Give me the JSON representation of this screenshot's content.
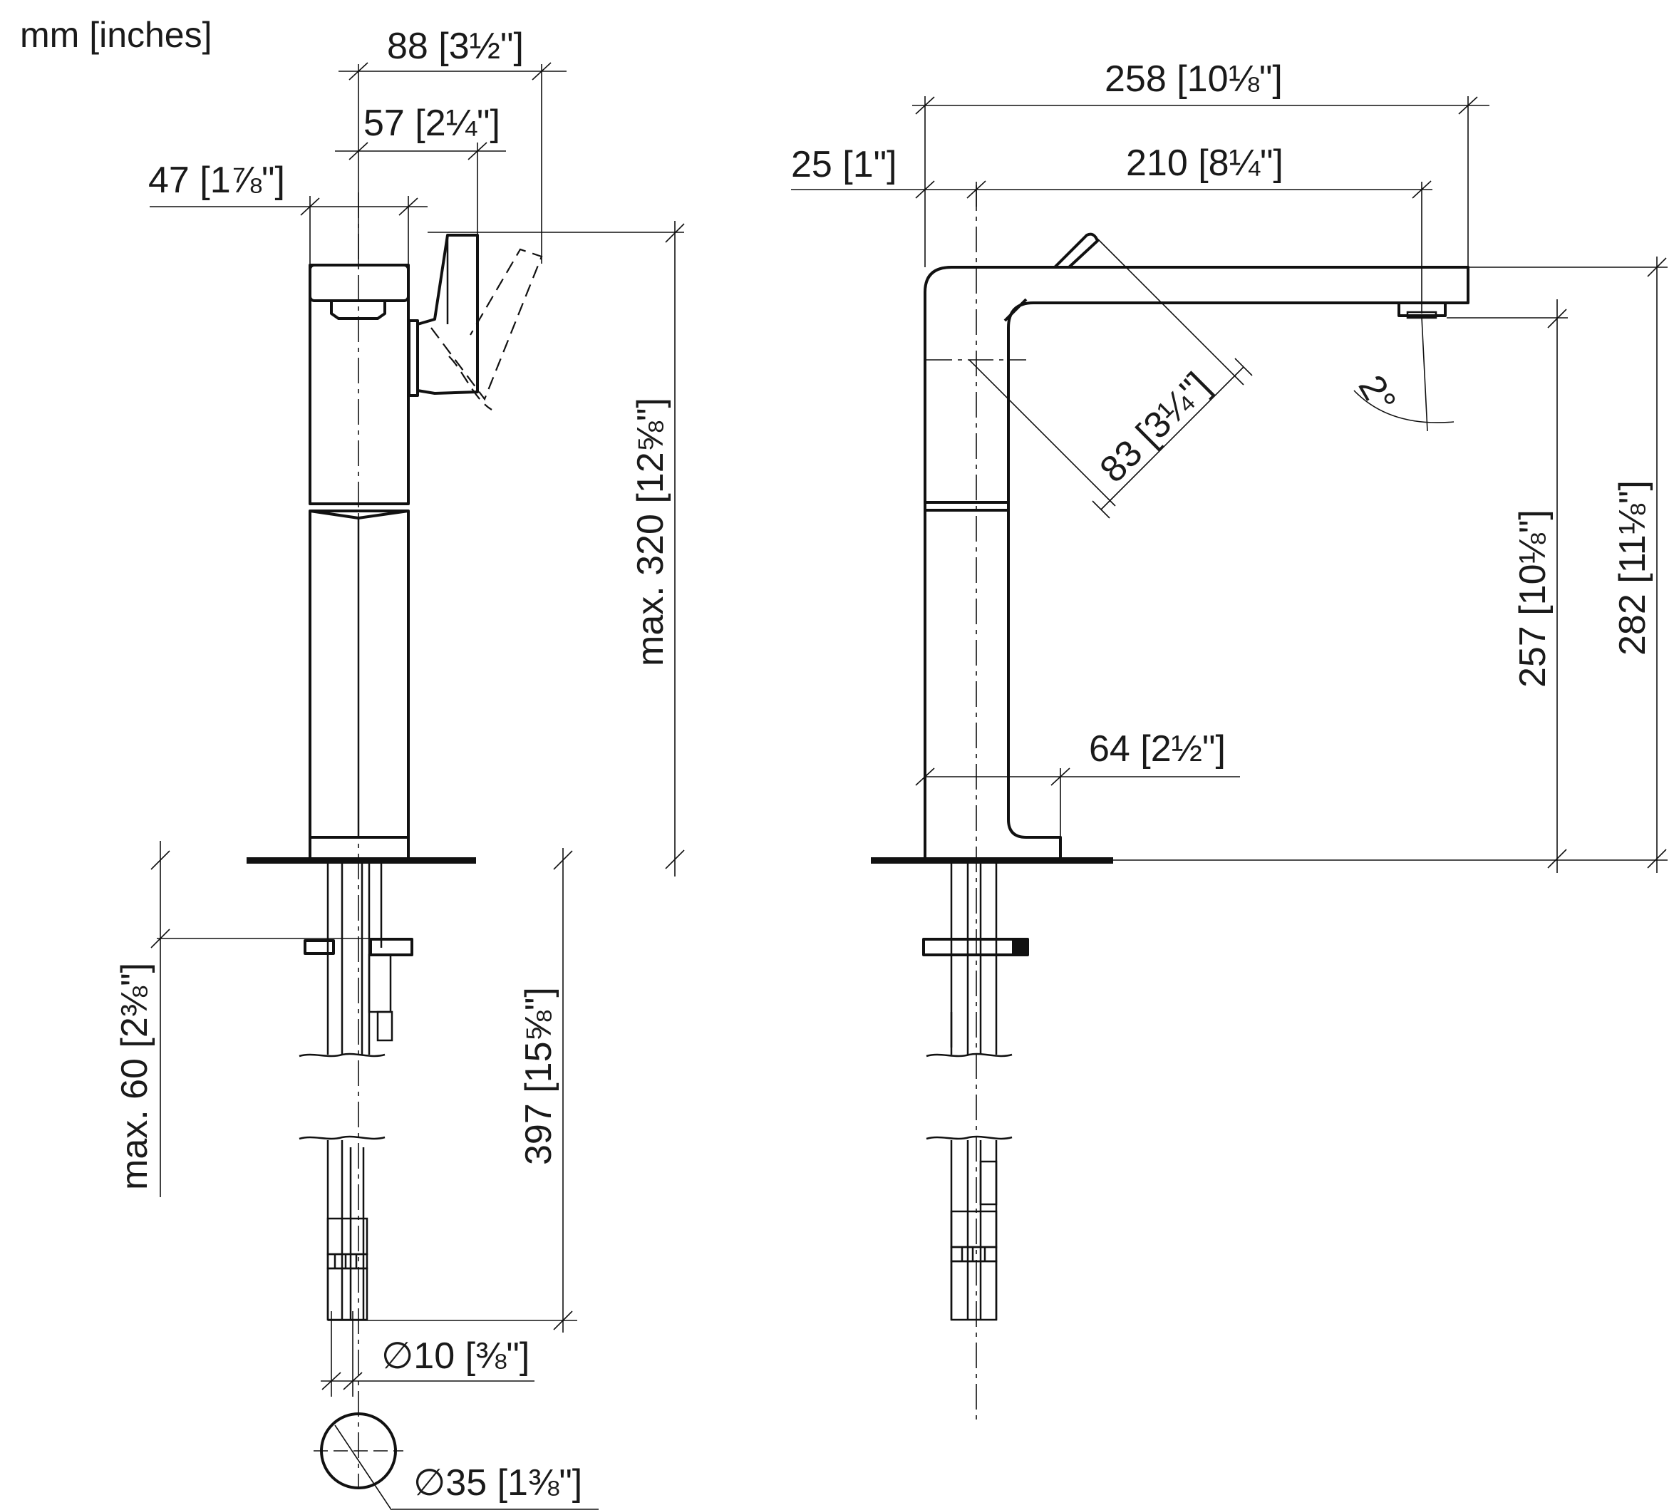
{
  "units_label": "mm [inches]",
  "dimensions": {
    "d88": "88 [3½\"]",
    "d57": "57 [2¼\"]",
    "d47": "47 [1⅞\"]",
    "d320": "max. 320 [12⅝\"]",
    "d60": "max. 60 [2⅜\"]",
    "d397": "397 [15⅝\"]",
    "d10": "∅10 [⅜\"]",
    "d35": "∅35 [1⅜\"]",
    "d258": "258 [10⅛\"]",
    "d25": "25 [1\"]",
    "d210": "210 [8¼\"]",
    "d83": "83 [3¼\"]",
    "d2deg": "2°",
    "d257": "257 [10⅛\"]",
    "d282": "282 [11⅛\"]",
    "d64": "64 [2½\"]"
  }
}
